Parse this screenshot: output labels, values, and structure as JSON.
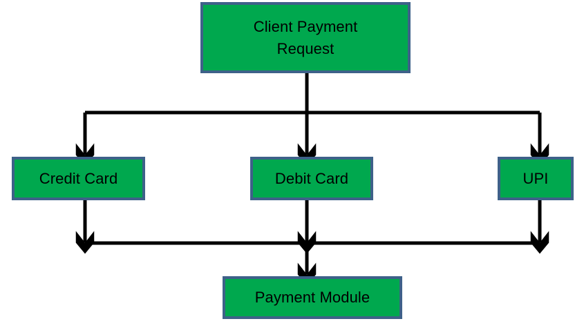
{
  "diagram": {
    "title": "Client Payment Request routing to Payment Module",
    "type": "flowchart",
    "orientation": "top-down",
    "background_color": "#ffffff",
    "node_fill_color": "#00a84e",
    "node_border_color": "#3e6189",
    "node_text_color": "#000000",
    "connector_color": "#000000",
    "nodes": {
      "root": {
        "label": "Client Payment\nRequest"
      },
      "credit": {
        "label": "Credit Card"
      },
      "debit": {
        "label": "Debit Card"
      },
      "upi": {
        "label": "UPI"
      },
      "module": {
        "label": "Payment Module"
      }
    },
    "edges": [
      {
        "from": "root",
        "to": "credit",
        "style": "orthogonal-arrow"
      },
      {
        "from": "root",
        "to": "debit",
        "style": "orthogonal-arrow"
      },
      {
        "from": "root",
        "to": "upi",
        "style": "orthogonal-arrow"
      },
      {
        "from": "credit",
        "to": "module",
        "style": "orthogonal-arrow"
      },
      {
        "from": "debit",
        "to": "module",
        "style": "orthogonal-arrow"
      },
      {
        "from": "upi",
        "to": "module",
        "style": "orthogonal-arrow"
      }
    ]
  }
}
